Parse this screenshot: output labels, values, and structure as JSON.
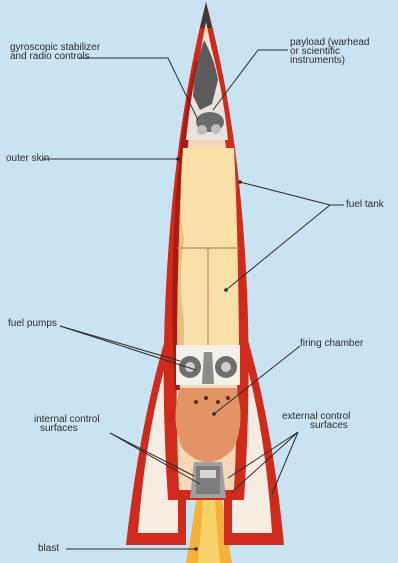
{
  "diagram": {
    "labels": {
      "gyro": {
        "line1": "gyroscopic stabilizer",
        "line2": "and radio controls"
      },
      "payload": {
        "line1": "payload (warhead",
        "line2": "or scientific",
        "line3": "instruments)"
      },
      "outer_skin": "outer skin",
      "fuel_tank": "fuel tank",
      "fuel_pumps": "fuel pumps",
      "firing_chamber": "firing chamber",
      "internal_control": {
        "line1": "internal control",
        "line2": "surfaces"
      },
      "external_control": {
        "line1": "external control",
        "line2": "surfaces"
      },
      "blast": "blast"
    },
    "colors": {
      "sky": "#c9e3f3",
      "skin": "#cf2a1c",
      "fuel": "#f9dfa8",
      "chamber": "#e39466",
      "flame": "#f4b23a"
    }
  }
}
